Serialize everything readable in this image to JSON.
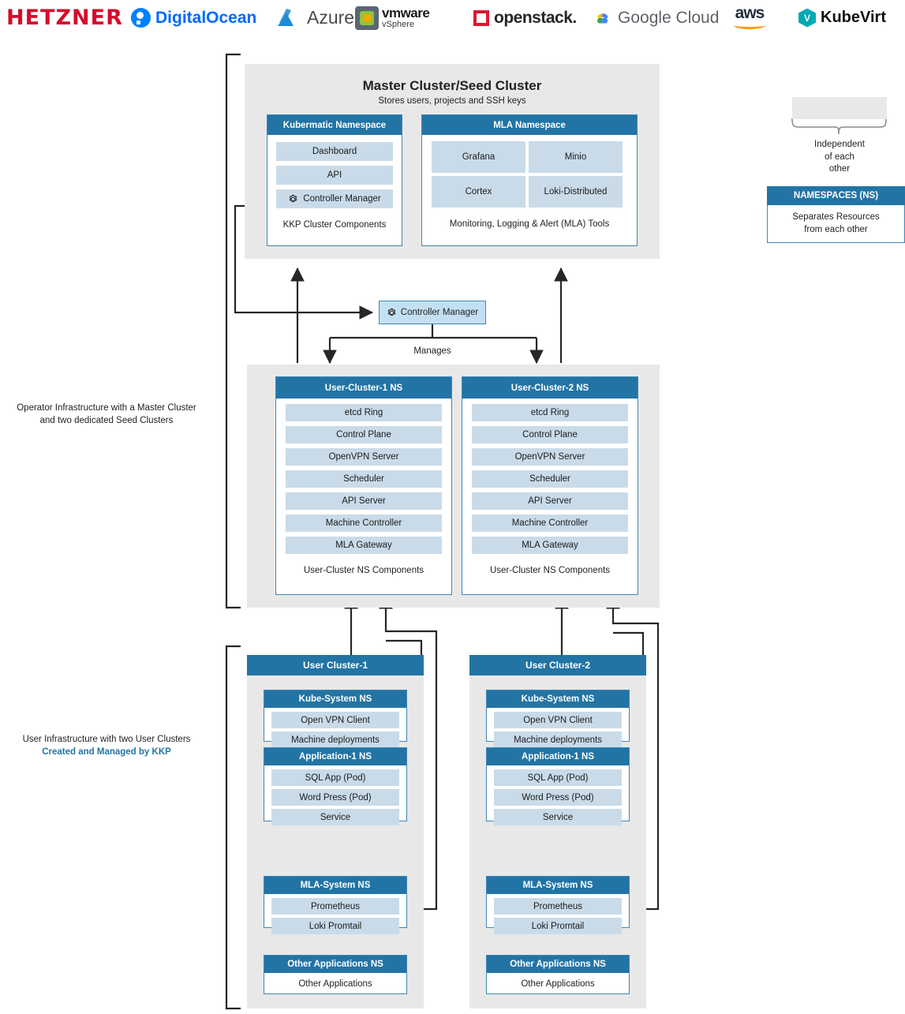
{
  "logos": [
    {
      "name": "hetzner",
      "label": "HETZNER"
    },
    {
      "name": "digitalocean",
      "label": "DigitalOcean"
    },
    {
      "name": "azure",
      "label": "Azure"
    },
    {
      "name": "vmware",
      "label": "vmware",
      "label2": "vSphere"
    },
    {
      "name": "openstack",
      "label": "openstack."
    },
    {
      "name": "googlecloud",
      "label": "Google Cloud"
    },
    {
      "name": "aws",
      "label": "aws"
    },
    {
      "name": "kubevirt",
      "label": "KubeVirt"
    }
  ],
  "side_labels": {
    "operator": "Operator Infrastructure with a Master Cluster and two dedicated Seed Clusters",
    "operator_line1": "Operator Infrastructure with a Master Cluster",
    "operator_line2": "and two dedicated Seed Clusters",
    "user_line1": "User Infrastructure with two User Clusters",
    "user_line2": "Created and Managed by KKP"
  },
  "master_cluster": {
    "title": "Master Cluster/Seed Cluster",
    "subtitle": "Stores users, projects and SSH keys",
    "namespaces": [
      {
        "header": "Kubermatic Namespace",
        "items": [
          "Dashboard",
          "API",
          "Controller Manager"
        ],
        "icon_item_index": 2,
        "caption": "KKP Cluster Components"
      },
      {
        "header": "MLA Namespace",
        "grid_items": [
          "Grafana",
          "Minio",
          "Cortex",
          "Loki-Distributed"
        ],
        "caption": "Monitoring, Logging & Alert (MLA) Tools"
      }
    ]
  },
  "controller_manager": {
    "label": "Controller Manager",
    "icon": "gear-icon",
    "manages_label": "Manages"
  },
  "seed_namespaces": {
    "clusters": [
      {
        "header": "User-Cluster-1 NS",
        "items": [
          "etcd Ring",
          "Control Plane",
          "OpenVPN Server",
          "Scheduler",
          "API Server",
          "Machine Controller",
          "MLA Gateway"
        ],
        "caption": "User-Cluster NS Components"
      },
      {
        "header": "User-Cluster-2 NS",
        "items": [
          "etcd Ring",
          "Control Plane",
          "OpenVPN Server",
          "Scheduler",
          "API Server",
          "Machine Controller",
          "MLA Gateway"
        ],
        "caption": "User-Cluster NS Components"
      }
    ]
  },
  "user_clusters": [
    {
      "header": "User Cluster-1",
      "namespaces": [
        {
          "header": "Kube-System NS",
          "items": [
            "Open VPN Client",
            "Machine deployments"
          ]
        },
        {
          "header": "Application-1 NS",
          "items": [
            "SQL App (Pod)",
            "Word Press (Pod)",
            "Service"
          ]
        },
        {
          "header": "MLA-System NS",
          "items": [
            "Prometheus",
            "Loki Promtail"
          ]
        },
        {
          "header": "Other Applications NS",
          "plain_items": [
            "Other Applications"
          ]
        }
      ]
    },
    {
      "header": "User Cluster-2",
      "namespaces": [
        {
          "header": "Kube-System NS",
          "items": [
            "Open VPN Client",
            "Machine deployments"
          ]
        },
        {
          "header": "Application-1 NS",
          "items": [
            "SQL App (Pod)",
            "Word Press (Pod)",
            "Service"
          ]
        },
        {
          "header": "MLA-System NS",
          "items": [
            "Prometheus",
            "Loki Promtail"
          ]
        },
        {
          "header": "Other Applications NS",
          "plain_items": [
            "Other Applications"
          ]
        }
      ]
    }
  ],
  "legend": {
    "brace_text_line1": "Independent",
    "brace_text_line2": "of each",
    "brace_text_line3": "other",
    "namespaces_head": "NAMESPACES (NS)",
    "namespaces_body_line1": "Separates Resources",
    "namespaces_body_line2": "from each other"
  },
  "colors": {
    "header_blue": "#2274A5",
    "item_blue": "#C9DBE9",
    "panel_gray": "#E8E8E8",
    "border_blue": "#3E88B5",
    "accent_text": "#2274A5",
    "line": "#262626"
  }
}
